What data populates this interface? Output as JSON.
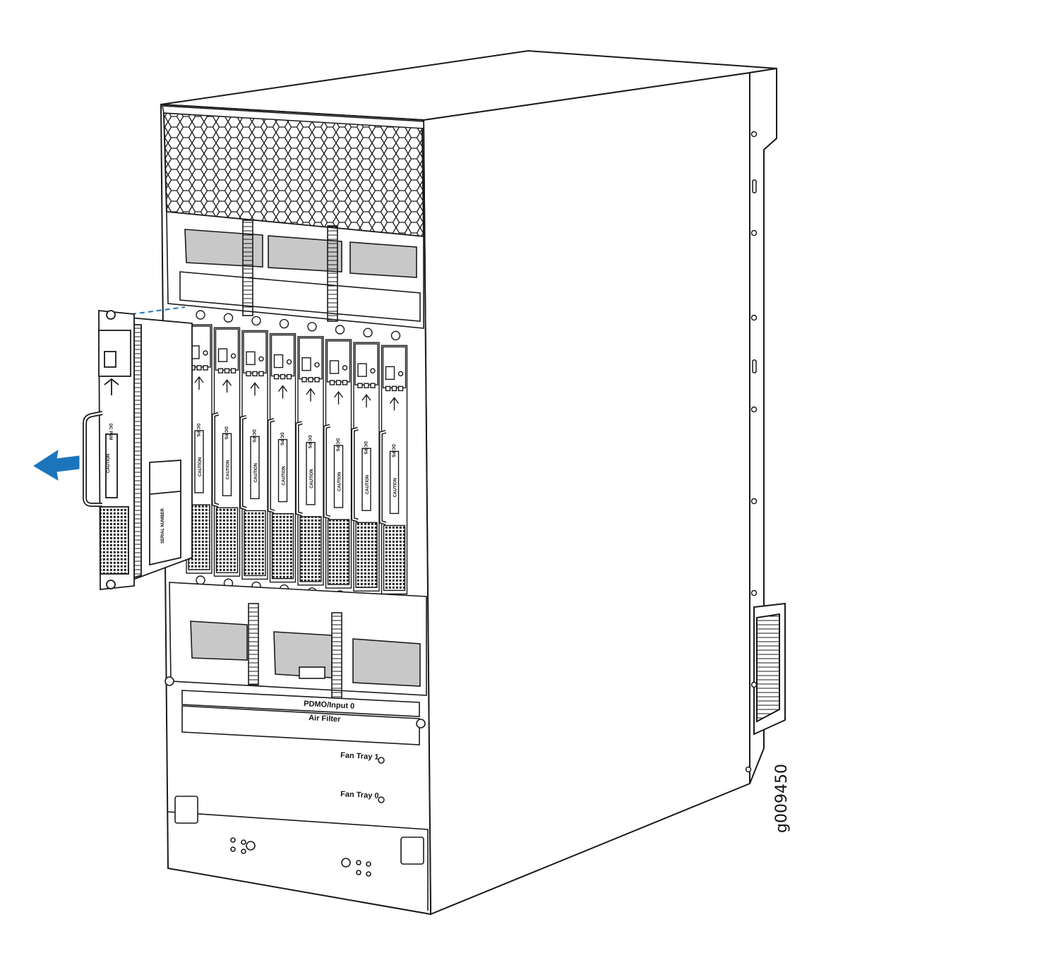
{
  "figure": {
    "id": "g009450",
    "line_color": "#1a1a1a",
    "fill_color": "#ffffff",
    "shade_color": "#c8c8c8",
    "arrow_color": "#1c75bc",
    "arrow_icon": "arrow-left-icon"
  },
  "labels": {
    "pdm_input": "PDMO/Input 0",
    "air_filter": "Air Filter",
    "fan_tray_1": "Fan Tray 1",
    "fan_tray_0": "Fan Tray 0"
  },
  "psm": {
    "removed_label": "DC PSM",
    "slot_label": "DC PS",
    "caution": "CAUTION",
    "serial": "SERIAL NUMBER",
    "installed_count": 8
  }
}
